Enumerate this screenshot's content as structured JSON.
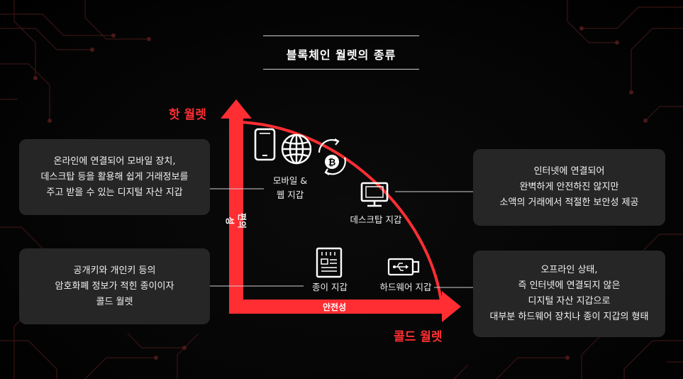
{
  "title": "블록체인 월렛의 종류",
  "hot_wallet": "핫 월렛",
  "cold_wallet": "콜드 월렛",
  "axis_y": "편의성",
  "axis_x": "안전성",
  "items": {
    "mobile_web": "모바일 &\n웹 지갑",
    "desktop": "데스크탑 지갑",
    "paper": "종이 지갑",
    "hardware": "하드웨어 지갑"
  },
  "descriptions": {
    "mobile_web": "온라인에 연결되어 모바일 장치,\n데스크탑 등을 활용해 쉽게 거래정보를\n주고 받을 수 있는 디지털 자산 지갑",
    "paper": "공개키와 개인키 등의\n암호화폐 정보가 적힌 종이이자\n콜드 월렛",
    "desktop": "인터넷에 연결되어\n완벽하게 안전하진 않지만\n소액의 거래에서 적절한 보안성 제공",
    "hardware": "오프라인 상태,\n즉 인터넷에 연결되지 않은\n디지털 자산 지갑으로\n대부분 하드웨어 장치나 종이 지갑의 형태"
  },
  "icons": [
    "smartphone-icon",
    "globe-icon",
    "bitcoin-icon",
    "monitor-icon",
    "document-icon",
    "usb-drive-icon"
  ],
  "colors": {
    "accent": "#ff2e33",
    "box": "#262626",
    "background": "#000000"
  }
}
